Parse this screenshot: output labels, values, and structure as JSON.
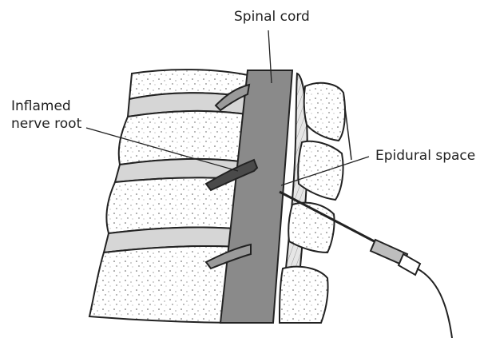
{
  "labels": {
    "spinal_cord": "Spinal cord",
    "inflamed_line1": "Inflamed",
    "inflamed_line2": "nerve root",
    "epidural_space": "Epidural space"
  },
  "colors": {
    "ink": "#222222",
    "cord_fill": "#8a8a8a",
    "disc_fill": "#cfcfcf",
    "bone_fill": "#ffffff",
    "background": "#ffffff"
  }
}
